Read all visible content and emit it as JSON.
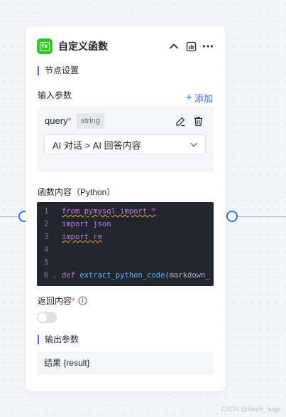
{
  "node": {
    "title": "自定义函数",
    "icon_text": "fx"
  },
  "node_settings": {
    "section_title": "节点设置"
  },
  "input_params": {
    "label": "输入参数",
    "add_label": "添加",
    "param": {
      "name": "query",
      "required_mark": "*",
      "type": "string",
      "source_value": "AI 对话 > AI 回答内容"
    }
  },
  "code_editor": {
    "label": "函数内容（Python）",
    "lines": [
      {
        "num": "1",
        "parts": [
          {
            "t": "from pymysql import *",
            "c": "mod"
          }
        ]
      },
      {
        "num": "2",
        "parts": [
          {
            "t": "import json",
            "c": "kw"
          }
        ]
      },
      {
        "num": "3",
        "parts": [
          {
            "t": "import re",
            "c": "mod"
          }
        ]
      },
      {
        "num": "4",
        "parts": []
      },
      {
        "num": "5",
        "parts": []
      },
      {
        "num": "6",
        "parts": [
          {
            "t": "def ",
            "c": "kw"
          },
          {
            "t": "extract_python_code",
            "c": "fn"
          },
          {
            "t": "(markdown_",
            "c": "plain"
          }
        ]
      }
    ]
  },
  "return_content": {
    "label": "返回内容",
    "required_mark": "*",
    "enabled": false
  },
  "output_params": {
    "section_title": "输出参数",
    "value": "结果 {result}"
  },
  "watermark": "CSDN @fdsoft_hugs",
  "colors": {
    "accent": "#3370ff",
    "node_icon": "#34c724",
    "required": "#f54a45",
    "editor_bg": "#22262e"
  }
}
